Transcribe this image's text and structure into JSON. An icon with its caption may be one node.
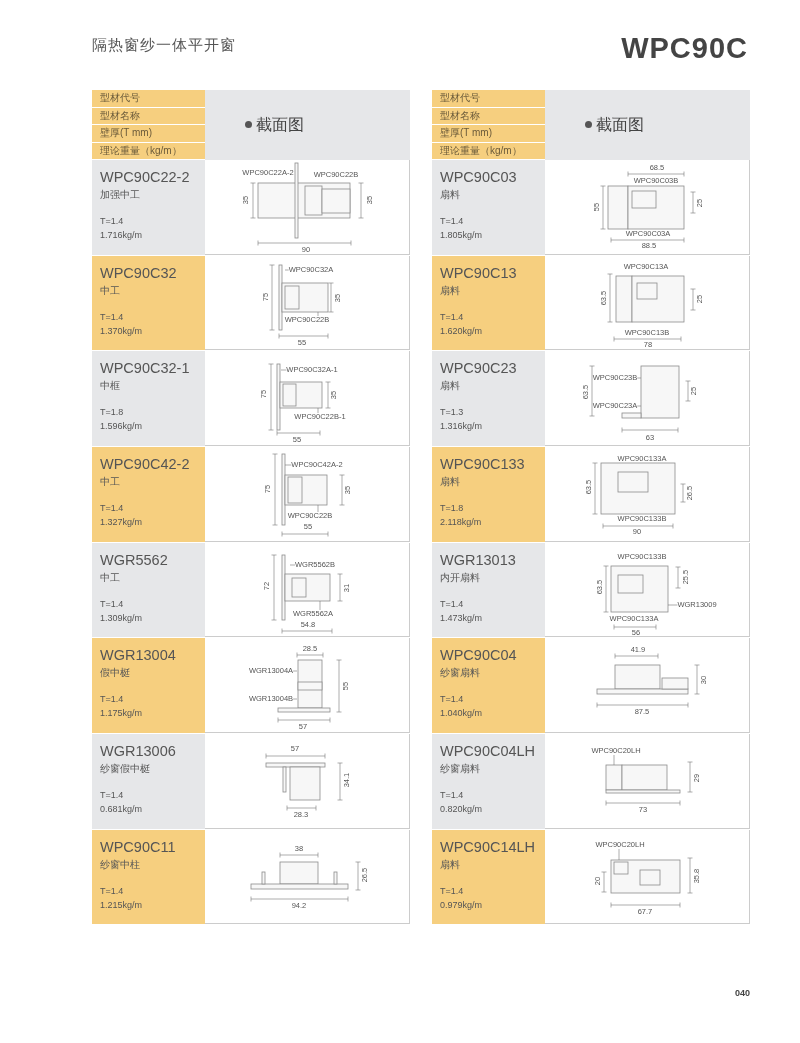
{
  "diagram": {
    "title": "隔热窗纱一体平开窗",
    "nodes": [
      {
        "text": [
          "WPC90C32A"
        ]
      },
      {
        "text": [
          "WPC90C22B"
        ]
      },
      {
        "text": [
          "WPC90C32A-1"
        ]
      },
      {
        "text": [
          "WPC90C22B-1"
        ]
      },
      {
        "text": [
          "WPC90C42A-2"
        ]
      },
      {
        "text": [
          "WPC90C22B"
        ]
      },
      {
        "text": [
          "WGR5562B"
        ]
      },
      {
        "text": [
          "WGR5562A"
        ]
      },
      {
        "text": [
          "WGR13004A"
        ]
      },
      {
        "text": [
          "WGR13004B"
        ]
      },
      {
        "text": [
          "WPC90C23B"
        ]
      },
      {
        "text": [
          "WPC90C23A"
        ]
      },
      {
        "text": [
          "WGR13009"
        ]
      },
      {
        "text": [
          "WPC90C20LH"
        ]
      },
      {
        "text": [
          "WPC90C20LH"
        ]
      }
    ],
    "edges": [
      {
        "from": 0,
        "to": null,
        "arrow": "none"
      },
      {
        "from": 1,
        "to": null,
        "arrow": "none"
      },
      {
        "from": 2,
        "to": null,
        "arrow": "none"
      },
      {
        "from": 3,
        "to": null,
        "arrow": "none"
      },
      {
        "from": 4,
        "to": null,
        "arrow": "none"
      },
      {
        "from": 5,
        "to": null,
        "arrow": "none"
      },
      {
        "from": 6,
        "to": null,
        "arrow": "none"
      },
      {
        "from": 7,
        "to": null,
        "arrow": "none"
      },
      {
        "from": 8,
        "to": null,
        "arrow": "none"
      },
      {
        "from": 9,
        "to": null,
        "arrow": "none"
      },
      {
        "from": 10,
        "to": null,
        "arrow": "none"
      },
      {
        "from": 11,
        "to": null,
        "arrow": "none"
      },
      {
        "from": 12,
        "to": null,
        "arrow": "none"
      },
      {
        "from": 13,
        "to": null,
        "arrow": "none"
      },
      {
        "from": 14,
        "to": null,
        "arrow": "none"
      }
    ],
    "labels": [
      "WPC90C",
      "型材代号",
      "型材名称",
      "壁厚(T mm)",
      "理论重量（kg/m）",
      "截面图",
      "型材代号",
      "型材名称",
      "壁厚(T mm)",
      "理论重量（kg/m）",
      "截面图",
      "WPC90C22-2",
      "加强中工",
      "T=1.4",
      "1.716kg/m",
      "WPC90C22A-2",
      "WPC90C22B",
      "35",
      "35",
      "90",
      "WPC90C32",
      "中工",
      "T=1.4",
      "1.370kg/m",
      "75",
      "35",
      "55",
      "WPC90C32-1",
      "中框",
      "T=1.8",
      "1.596kg/m",
      "75",
      "35",
      "55",
      "WPC90C42-2",
      "中工",
      "T=1.4",
      "1.327kg/m",
      "75",
      "35",
      "55",
      "WGR5562",
      "中工",
      "T=1.4",
      "1.309kg/m",
      "72",
      "31",
      "54.8",
      "WGR13004",
      "假中梃",
      "T=1.4",
      "1.175kg/m",
      "28.5",
      "55",
      "57",
      "WGR13006",
      "纱窗假中梃",
      "T=1.4",
      "0.681kg/m",
      "57",
      "34.1",
      "28.3",
      "WPC90C11",
      "纱窗中柱",
      "T=1.4",
      "1.215kg/m",
      "38",
      "26.5",
      "94.2",
      "WPC90C03",
      "扇料",
      "T=1.4",
      "1.805kg/m",
      "68.5",
      "WPC90C03B",
      "55",
      "25",
      "WPC90C03A",
      "88.5",
      "WPC90C13",
      "扇料",
      "T=1.4",
      "1.620kg/m",
      "WPC90C13A",
      "63.5",
      "25",
      "WPC90C13B",
      "78",
      "WPC90C23",
      "扇料",
      "T=1.3",
      "1.316kg/m",
      "63.5",
      "25",
      "63",
      "WPC90C133",
      "扇料",
      "T=1.8",
      "2.118kg/m",
      "WPC90C133A",
      "63.5",
      "26.5",
      "WPC90C133B",
      "90",
      "WGR13013",
      "内开扇料",
      "T=1.4",
      "1.473kg/m",
      "WPC90C133B",
      "63.5",
      "25.5",
      "WPC90C133A",
      "56",
      "WPC90C04",
      "纱窗扇料",
      "T=1.4",
      "1.040kg/m",
      "41.9",
      "30",
      "87.5",
      "WPC90C04LH",
      "纱窗扇料",
      "T=1.4",
      "0.820kg/m",
      "29",
      "73",
      "WPC90C14LH",
      "扇料",
      "T=1.4",
      "0.979kg/m",
      "20",
      "35.8",
      "67.7",
      "040"
    ]
  }
}
